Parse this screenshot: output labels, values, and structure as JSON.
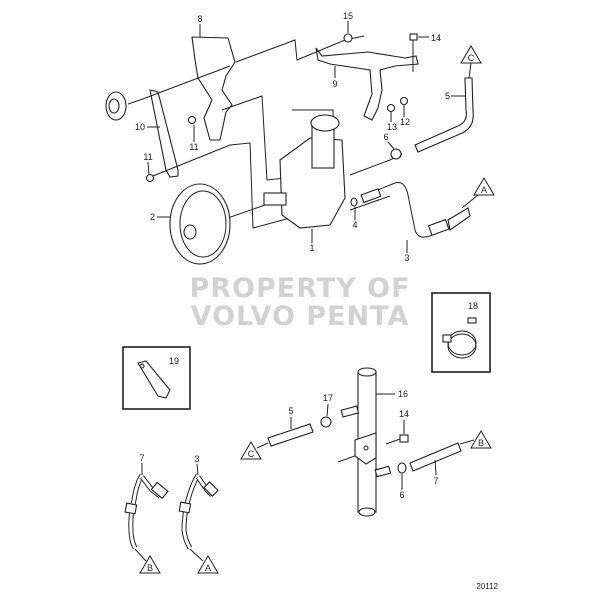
{
  "diagram": {
    "labels": {
      "p8": "8",
      "p15": "15",
      "p14a": "14",
      "p9": "9",
      "p5a": "5",
      "p10": "10",
      "p11a": "11",
      "p11b": "11",
      "p13": "13",
      "p12": "12",
      "p6a": "6",
      "p2": "2",
      "p4": "4",
      "p1": "1",
      "p3a": "3",
      "p18": "18",
      "p19": "19",
      "p16": "16",
      "p17": "17",
      "p5b": "5",
      "p14b": "14",
      "p7a": "7",
      "p6b": "6",
      "p7b": "7",
      "p3b": "3"
    },
    "connectors": {
      "c_top": "C",
      "a_top": "A",
      "c_mid": "C",
      "b_mid": "B",
      "b_bot": "B",
      "a_bot": "A"
    },
    "watermark": [
      "PROPERTY OF",
      "VOLVO PENTA"
    ],
    "figure_number": "20112"
  }
}
